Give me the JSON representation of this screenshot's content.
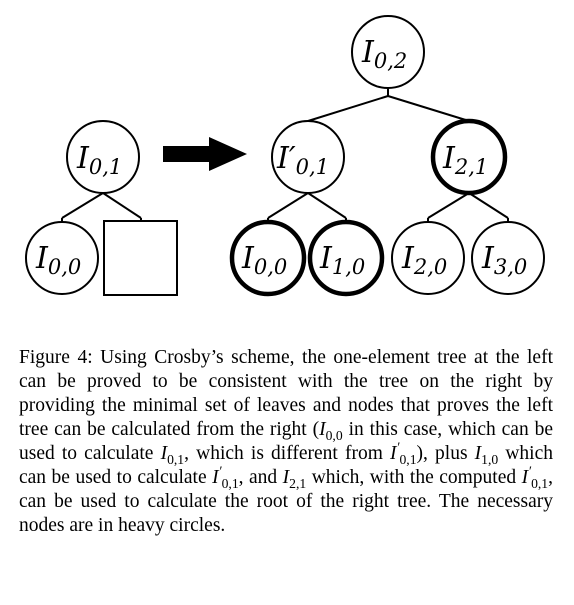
{
  "diagram": {
    "left_tree": {
      "root": {
        "main": "I",
        "sub": "0,1"
      },
      "leaf_left": {
        "main": "I",
        "sub": "0,0"
      }
    },
    "right_tree": {
      "root": {
        "main": "I",
        "sub": "0,2"
      },
      "mid_left": {
        "main": "I",
        "prime": "′",
        "sub": "0,1"
      },
      "mid_right": {
        "main": "I",
        "sub": "2,1"
      },
      "leaves": [
        {
          "main": "I",
          "sub": "0,0"
        },
        {
          "main": "I",
          "sub": "1,0"
        },
        {
          "main": "I",
          "sub": "2,0"
        },
        {
          "main": "I",
          "sub": "3,0"
        }
      ]
    }
  },
  "caption": {
    "p1": "Figure 4:  Using Crosby’s scheme, the one-element tree at the left can be proved to be consistent with the tree on the right by providing the minimal set of leaves and nodes that proves the left tree can be calculated from the right (",
    "m1": {
      "main": "I",
      "sub": "0,0"
    },
    "p2": " in this case, which can be used to calculate ",
    "m2": {
      "main": "I",
      "sub": "0,1"
    },
    "p3": ", which is different from ",
    "m3": {
      "main": "I",
      "prime": "′",
      "sub": "0,1"
    },
    "p4": "), plus ",
    "m4": {
      "main": "I",
      "sub": "1,0"
    },
    "p5": " which can be used to calculate ",
    "m5": {
      "main": "I",
      "prime": "′",
      "sub": "0,1"
    },
    "p6": ", and ",
    "m6": {
      "main": "I",
      "sub": "2,1"
    },
    "p7": " which, with the computed ",
    "m7": {
      "main": "I",
      "prime": "′",
      "sub": "0,1"
    },
    "p8": ", can be used to calculate the root of the right tree. The necessary nodes are in heavy circles."
  }
}
